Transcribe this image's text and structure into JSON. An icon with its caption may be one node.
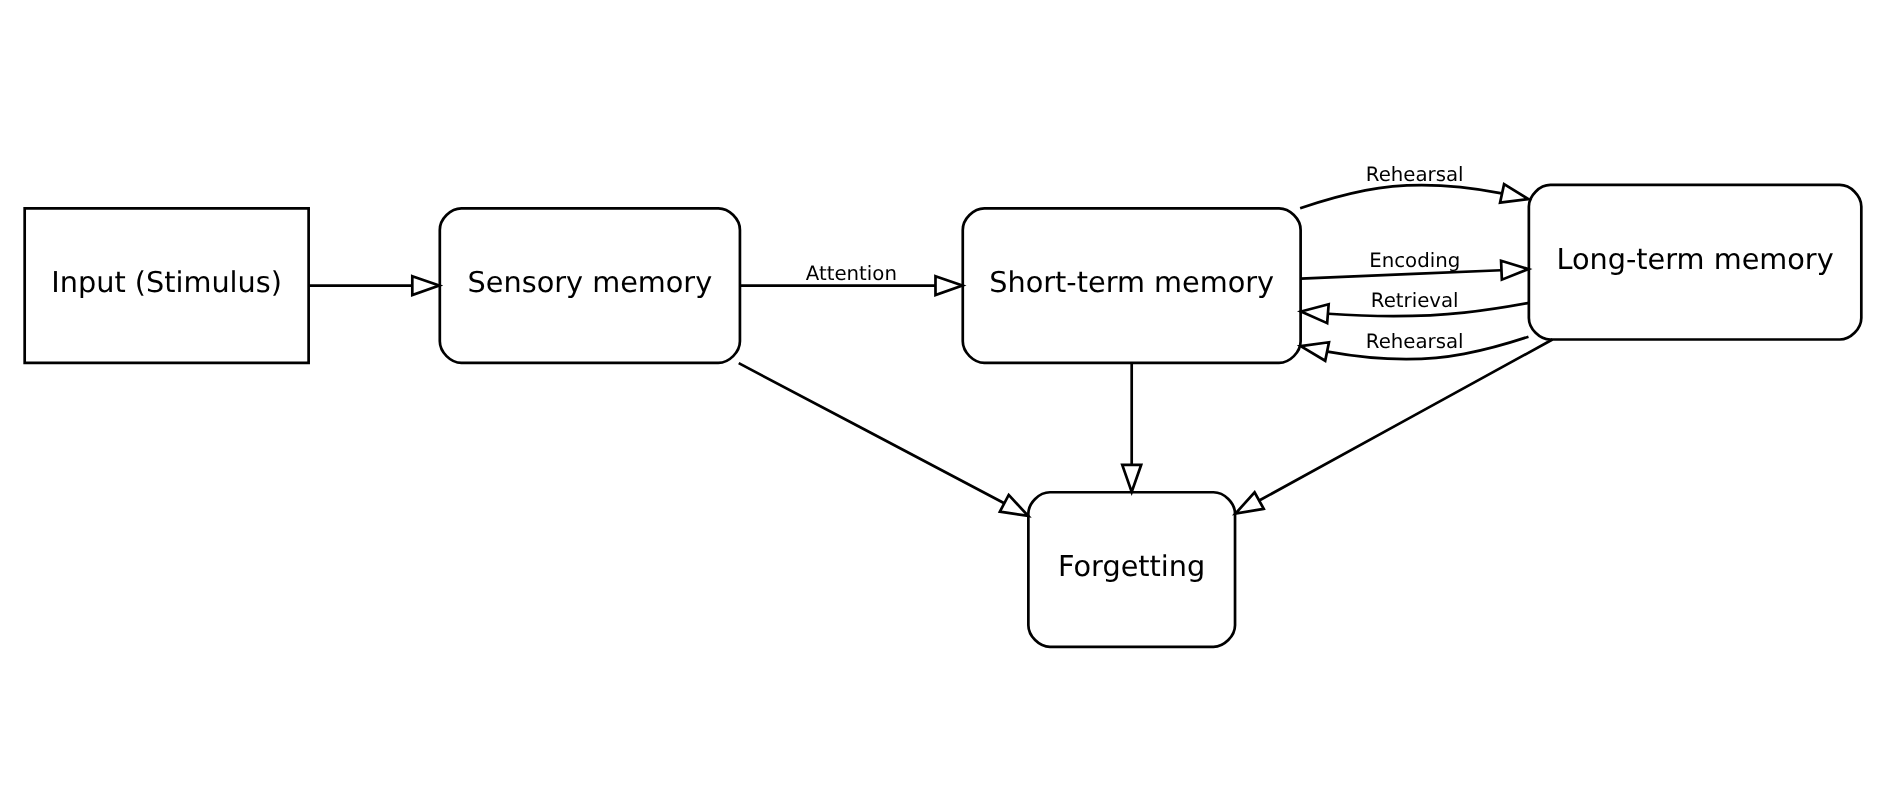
{
  "diagram": {
    "nodes": [
      {
        "text": [
          "Input (Stimulus)"
        ]
      },
      {
        "text": [
          "Sensory memory"
        ]
      },
      {
        "text": [
          "Short-term memory"
        ]
      },
      {
        "text": [
          "Long-term memory"
        ]
      },
      {
        "text": [
          "Forgetting"
        ]
      }
    ],
    "edges": [
      {
        "from": 0,
        "to": 1,
        "arrow": "to"
      },
      {
        "from": 1,
        "to": 2,
        "arrow": "to",
        "label": "Attention"
      },
      {
        "from": 2,
        "to": 3,
        "arrow": "to",
        "label": "Rehearsal"
      },
      {
        "from": 2,
        "to": 3,
        "arrow": "to",
        "label": "Encoding"
      },
      {
        "from": 3,
        "to": 2,
        "arrow": "to",
        "label": "Retrieval"
      },
      {
        "from": 3,
        "to": 2,
        "arrow": "to",
        "label": "Rehearsal"
      },
      {
        "from": 2,
        "to": 4,
        "arrow": "to"
      },
      {
        "from": 1,
        "to": 4,
        "arrow": "to"
      },
      {
        "from": 3,
        "to": 4,
        "arrow": "to"
      }
    ]
  }
}
